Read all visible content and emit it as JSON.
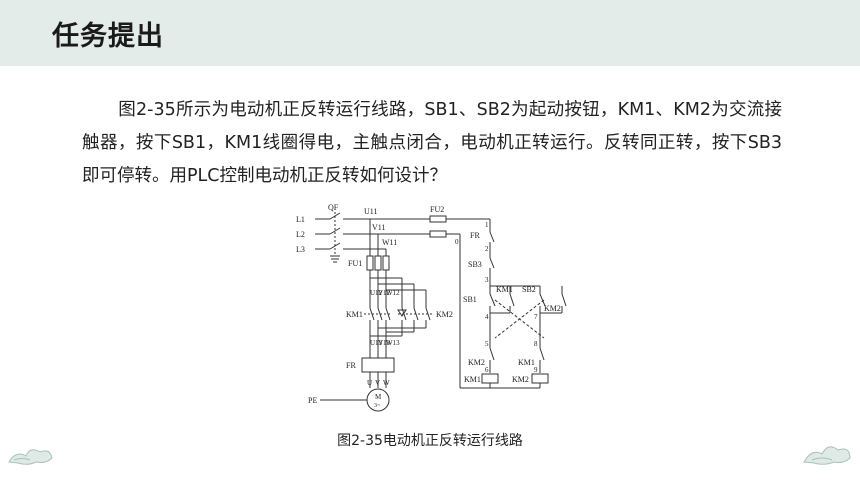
{
  "header": {
    "title": "任务提出"
  },
  "paragraph": {
    "text": "图2-35所示为电动机正反转运行线路，SB1、SB2为起动按钮，KM1、KM2为交流接触器，按下SB1，KM1线圈得电，主触点闭合，电动机正转运行。反转同正转，按下SB3即可停转。用PLC控制电动机正反转如何设计？"
  },
  "figure": {
    "caption": "图2-35电动机正反转运行线路",
    "labels": {
      "l1": "L1",
      "l2": "L2",
      "l3": "L3",
      "qf": "QF",
      "u11": "U11",
      "v11": "V11",
      "w11": "W11",
      "fu1": "FU1",
      "fu2": "FU2",
      "u12": "U12",
      "v12": "V12",
      "w12": "W12",
      "u13": "U13",
      "v13": "V13",
      "w13": "W13",
      "km1_main": "KM1",
      "km2_main": "KM2",
      "fr_main": "FR",
      "u": "U",
      "v": "V",
      "w": "W",
      "motor_m": "M",
      "motor_3": "3~",
      "pe": "PE",
      "n0": "0",
      "n1": "1",
      "n2": "2",
      "n3": "3",
      "n4": "4",
      "n5": "5",
      "n6": "6",
      "n7": "7",
      "n8": "8",
      "n9": "9",
      "fr_ctrl": "FR",
      "sb3": "SB3",
      "sb1": "SB1",
      "sb2": "SB2",
      "km1_aux": "KM1",
      "km2_aux": "KM2",
      "km2_il": "KM2",
      "km1_il": "KM1",
      "km1_coil": "KM1",
      "km2_coil": "KM2"
    }
  },
  "decor": {
    "left_icon": "cloud-icon",
    "right_icon": "cloud-icon"
  }
}
